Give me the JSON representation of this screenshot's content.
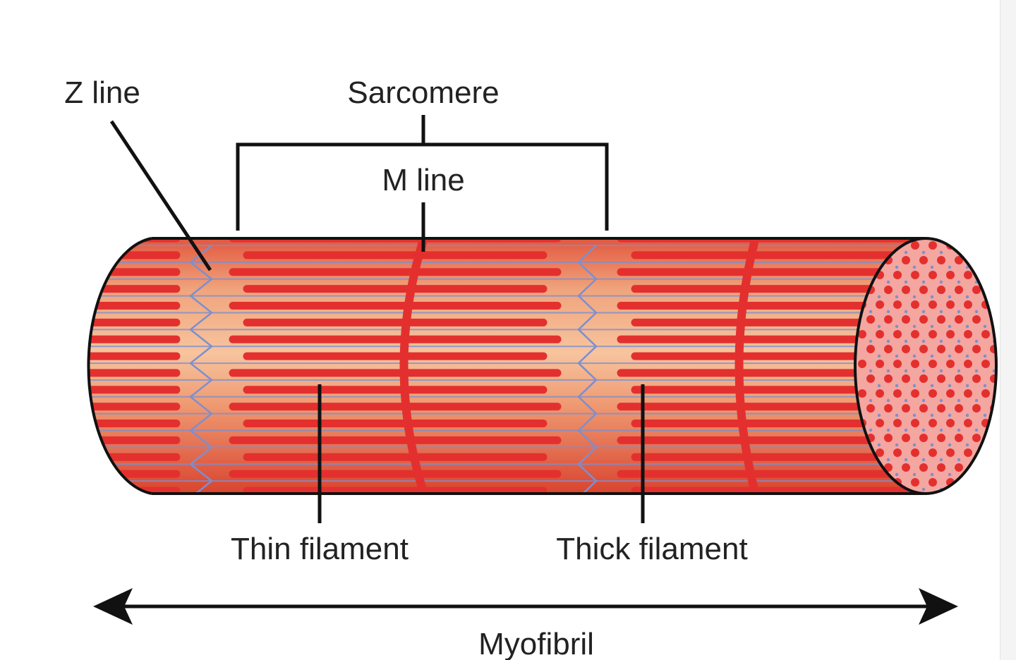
{
  "diagram": {
    "labels": {
      "z_line": "Z line",
      "sarcomere": "Sarcomere",
      "m_line": "M line",
      "thin_filament": "Thin filament",
      "thick_filament": "Thick filament",
      "myofibril": "Myofibril"
    },
    "colors": {
      "thick": "#e3302f",
      "body": "#e4533e",
      "light_band": "#f4b38a",
      "thin": "#7b8fd0",
      "end_face": "#f4a6a0",
      "outline": "#111111"
    }
  }
}
